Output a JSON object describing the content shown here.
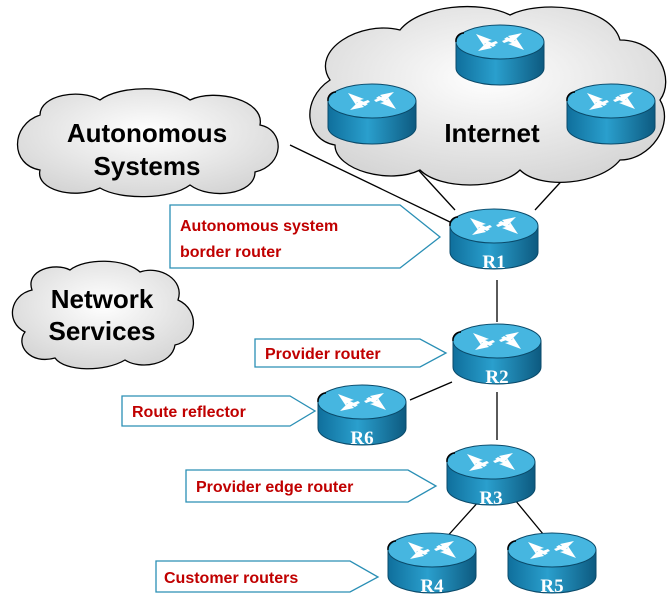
{
  "clouds": {
    "autonomous_systems": [
      "Autonomous",
      "Systems"
    ],
    "network_services": [
      "Network",
      "Services"
    ],
    "internet": "Internet"
  },
  "callouts": {
    "as_border_router": [
      "Autonomous system",
      "border router"
    ],
    "provider_router": "Provider router",
    "route_reflector": "Route reflector",
    "provider_edge_router": "Provider edge router",
    "customer_routers": "Customer routers"
  },
  "routers": {
    "r1": "R1",
    "r2": "R2",
    "r3": "R3",
    "r4": "R4",
    "r5": "R5",
    "r6": "R6"
  },
  "colors": {
    "router_top": "#3fb0dc",
    "router_body": "#1a7fae",
    "router_bottom": "#0f5f86",
    "callout_text": "#c00000",
    "callout_border": "#2a8fb5",
    "cloud_fill": "#e8e8e8"
  }
}
